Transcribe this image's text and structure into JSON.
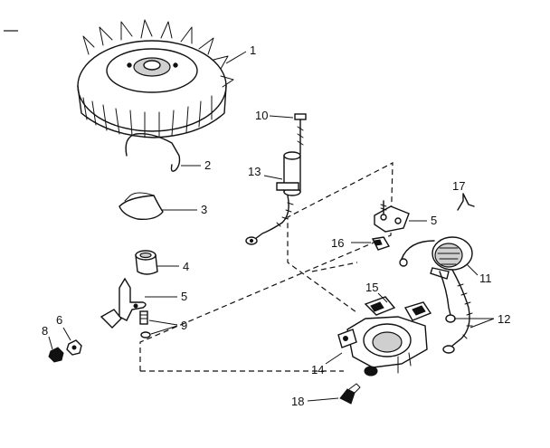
{
  "labels": {
    "p1": "1",
    "p2": "2",
    "p3": "3",
    "p4": "4",
    "p5a": "5",
    "p5b": "5",
    "p6": "6",
    "p8": "8",
    "p9": "9",
    "p10": "10",
    "p11": "11",
    "p12": "12",
    "p13": "13",
    "p14": "14",
    "p15": "15",
    "p16": "16",
    "p17": "17",
    "p18": "18"
  }
}
